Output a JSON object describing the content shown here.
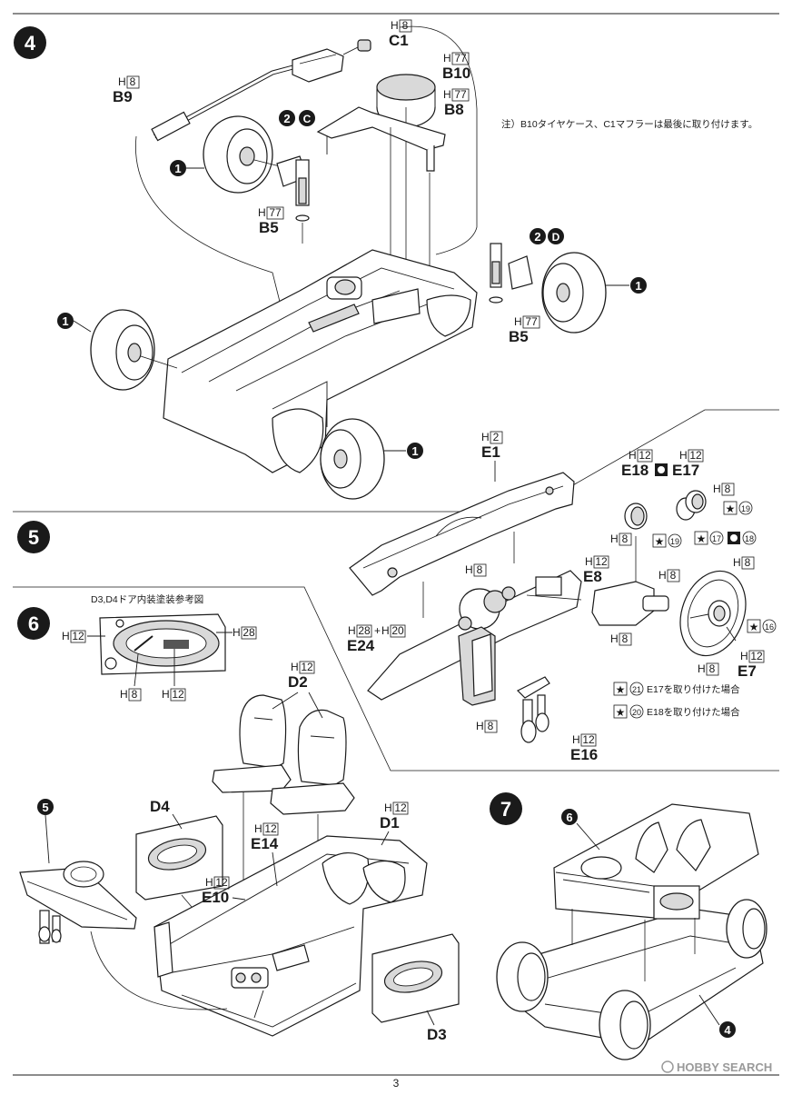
{
  "page_number": "3",
  "watermark": "HOBBY SEARCH",
  "steps": [
    {
      "number": "4"
    },
    {
      "number": "5"
    },
    {
      "number": "6"
    },
    {
      "number": "7"
    }
  ],
  "step4": {
    "labels": {
      "C1": "C1",
      "B10": "B10",
      "B9": "B9",
      "B8": "B8",
      "B5_left": "B5",
      "B5_right": "B5"
    },
    "paint": {
      "C1": "8",
      "B10": "77",
      "B9": "8",
      "B8": "77",
      "B5_left": "77",
      "B5_right": "77"
    },
    "callouts": {
      "wheel": "1",
      "two": "2",
      "C": "C",
      "D": "D"
    },
    "note": "注）B10タイヤケース、C1マフラーは最後に取り付けます。"
  },
  "step5": {
    "labels": {
      "E1": "E1",
      "E18": "E18",
      "E17": "E17",
      "E8": "E8",
      "E24": "E24",
      "E7": "E7",
      "E16": "E16"
    },
    "paint": {
      "E1": "2",
      "E18": "12",
      "E17": "12",
      "E8": "12",
      "E24_a": "28",
      "E24_b": "20",
      "E7": "12",
      "E16": "12",
      "h8": "8"
    },
    "plus": "+",
    "stars": {
      "s19": "19",
      "s17": "17",
      "s18": "18",
      "s16": "16"
    },
    "condition_notes": [
      {
        "num": "21",
        "text": "E17を取り付けた場合"
      },
      {
        "num": "20",
        "text": "E18を取り付けた場合"
      }
    ]
  },
  "step6": {
    "reference_title": "D3,D4ドア内装塗装参考図",
    "ref_paint": {
      "a": "12",
      "b": "28",
      "c": "8",
      "d": "12"
    },
    "labels": {
      "D2": "D2",
      "D4": "D4",
      "E14": "E14",
      "E10": "E10",
      "D1": "D1",
      "D3": "D3"
    },
    "paint": {
      "D2": "12",
      "E14": "12",
      "E10": "12",
      "D1": "12"
    },
    "callout": "5"
  },
  "step7": {
    "callouts": {
      "top": "6",
      "bottom": "4"
    }
  },
  "paint_prefix": "H"
}
